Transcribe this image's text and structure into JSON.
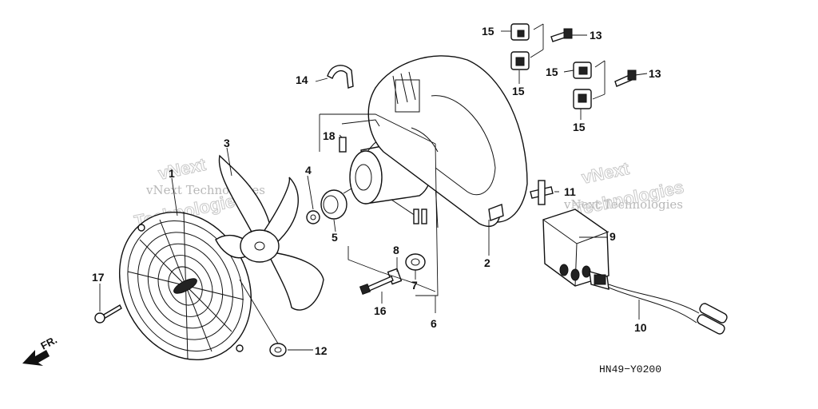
{
  "diagram_code": "HN49−Y0200",
  "front_label": "FR.",
  "watermark": {
    "line1": "vNext Technologies",
    "line2": "Technologies"
  },
  "callouts": {
    "c1": "1",
    "c2": "2",
    "c3": "3",
    "c4": "4",
    "c5": "5",
    "c6": "6",
    "c7": "7",
    "c8": "8",
    "c9": "9",
    "c10": "10",
    "c11": "11",
    "c12": "12",
    "c13a": "13",
    "c13b": "13",
    "c14": "14",
    "c15a": "15",
    "c15b": "15",
    "c15c": "15",
    "c15d": "15",
    "c16": "16",
    "c17": "17",
    "c18": "18"
  }
}
